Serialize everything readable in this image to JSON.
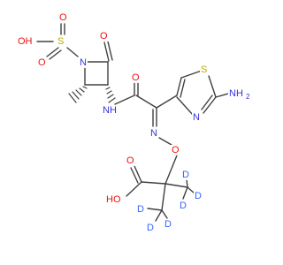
{
  "colors": {
    "O": "#ee1111",
    "N": "#3333dd",
    "S": "#bbaa00",
    "D": "#3366ff",
    "C": "#404040",
    "background": "#ffffff"
  },
  "labels": {
    "oh_sulfo": "OH",
    "s_sulfo": "S",
    "o_sulfo_top": "O",
    "o_sulfo_left": "O",
    "n_ring": "N",
    "o_ketone": "O",
    "o_amide": "O",
    "nh_amide": "NH",
    "s_thiazole": "S",
    "nh2": "NH",
    "nh2_sub": "2",
    "n_thiazole": "N",
    "n_oxime": "N",
    "o_oxime": "O",
    "o_carboxyl": "O",
    "oh_carboxyl": "HO",
    "d_1": "D",
    "d_2": "D",
    "d_3": "D",
    "d_4": "D",
    "d_5": "D",
    "d_6": "D"
  }
}
